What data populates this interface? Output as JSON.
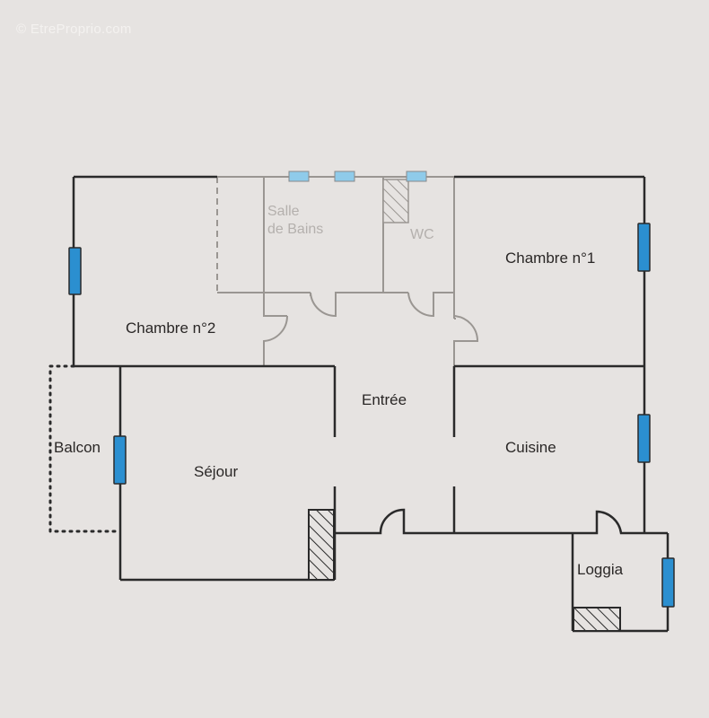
{
  "watermark": "© EtreProprio.com",
  "plan": {
    "rooms": [
      {
        "id": "salle-de-bains",
        "label": "Salle de Bains"
      },
      {
        "id": "wc",
        "label": "WC"
      },
      {
        "id": "chambre-1",
        "label": "Chambre n°1"
      },
      {
        "id": "chambre-2",
        "label": "Chambre n°2"
      },
      {
        "id": "entree",
        "label": "Entrée"
      },
      {
        "id": "balcon",
        "label": "Balcon"
      },
      {
        "id": "sejour",
        "label": "Séjour"
      },
      {
        "id": "cuisine",
        "label": "Cuisine"
      },
      {
        "id": "loggia",
        "label": "Loggia"
      }
    ],
    "labels": {
      "salle_line1": "Salle",
      "salle_line2": "de Bains",
      "wc": "WC",
      "chambre1": "Chambre n°1",
      "chambre2": "Chambre n°2",
      "entree": "Entrée",
      "balcon": "Balcon",
      "sejour": "Séjour",
      "cuisine": "Cuisine",
      "loggia": "Loggia"
    },
    "colors": {
      "background": "#e6e3e1",
      "wall": "#2a2a2a",
      "faint_wall": "#9a9692",
      "window": "#2b8fd0",
      "window_light": "#8fcbea"
    }
  }
}
